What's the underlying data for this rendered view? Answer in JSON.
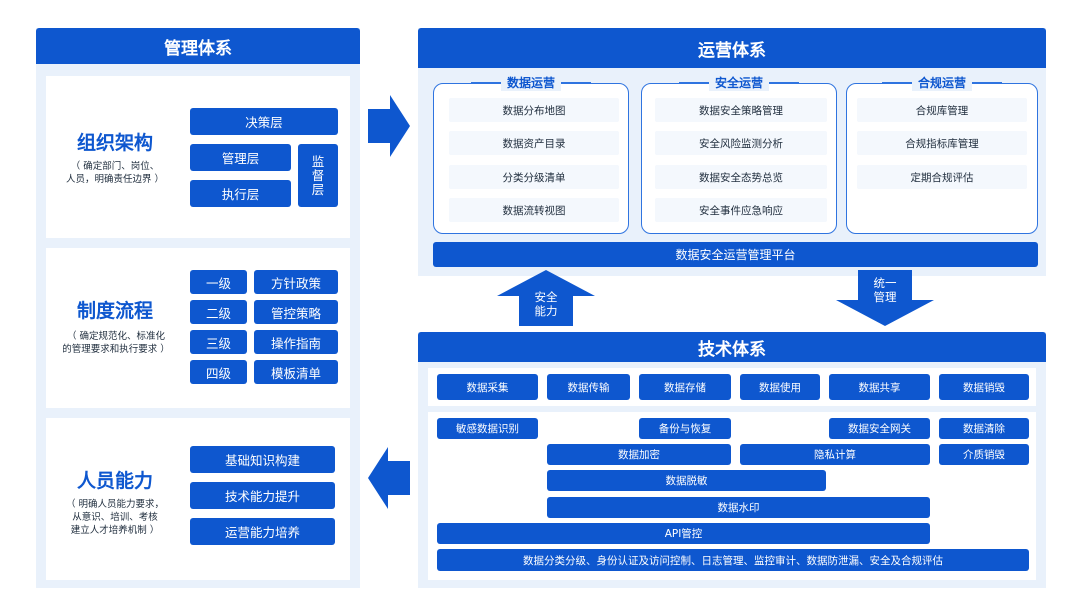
{
  "management": {
    "header": "管理体系",
    "org": {
      "title": "组织架构",
      "desc_lines": [
        "（ 确定部门、岗位、",
        "人员，明确责任边界 ）"
      ],
      "layers": [
        "决策层",
        "管理层",
        "执行层"
      ],
      "supervision": [
        "监",
        "督",
        "层"
      ]
    },
    "process": {
      "title": "制度流程",
      "desc_lines": [
        "（ 确定规范化、标准化",
        "的管理要求和执行要求 ）"
      ],
      "rows": [
        {
          "level": "一级",
          "doc": "方针政策"
        },
        {
          "level": "二级",
          "doc": "管控策略"
        },
        {
          "level": "三级",
          "doc": "操作指南"
        },
        {
          "level": "四级",
          "doc": "模板清单"
        }
      ]
    },
    "people": {
      "title": "人员能力",
      "desc_lines": [
        "（ 明确人员能力要求，",
        "从意识、培训、考核",
        "建立人才培养机制 ）"
      ],
      "items": [
        "基础知识构建",
        "技术能力提升",
        "运营能力培养"
      ]
    }
  },
  "operations": {
    "header": "运营体系",
    "groups": [
      {
        "title": "数据运营",
        "items": [
          "数据分布地图",
          "数据资产目录",
          "分类分级清单",
          "数据流转视图"
        ]
      },
      {
        "title": "安全运营",
        "items": [
          "数据安全策略管理",
          "安全风险监测分析",
          "数据安全态势总览",
          "安全事件应急响应"
        ]
      },
      {
        "title": "合规运营",
        "items": [
          "合规库管理",
          "合规指标库管理",
          "定期合规评估"
        ]
      }
    ],
    "platform": "数据安全运营管理平台"
  },
  "arrows": {
    "up_label": [
      "安全",
      "能力"
    ],
    "down_label": [
      "统一",
      "管理"
    ]
  },
  "technology": {
    "header": "技术体系",
    "lifecycle": [
      "数据采集",
      "数据传输",
      "数据存储",
      "数据使用",
      "数据共享",
      "数据销毁"
    ],
    "capabilities": {
      "sensitive": "敏感数据识别",
      "backup": "备份与恢复",
      "gateway": "数据安全网关",
      "clear": "数据清除",
      "encrypt": "数据加密",
      "privacy": "隐私计算",
      "media": "介质销毁",
      "mask": "数据脱敏",
      "watermark": "数据水印",
      "api": "API管控",
      "base": "数据分类分级、身份认证及访问控制、日志管理、监控审计、数据防泄漏、安全及合规评估"
    }
  },
  "colors": {
    "primary": "#0e57cf",
    "panel": "#e9f1fb",
    "border": "#2f74e0"
  }
}
